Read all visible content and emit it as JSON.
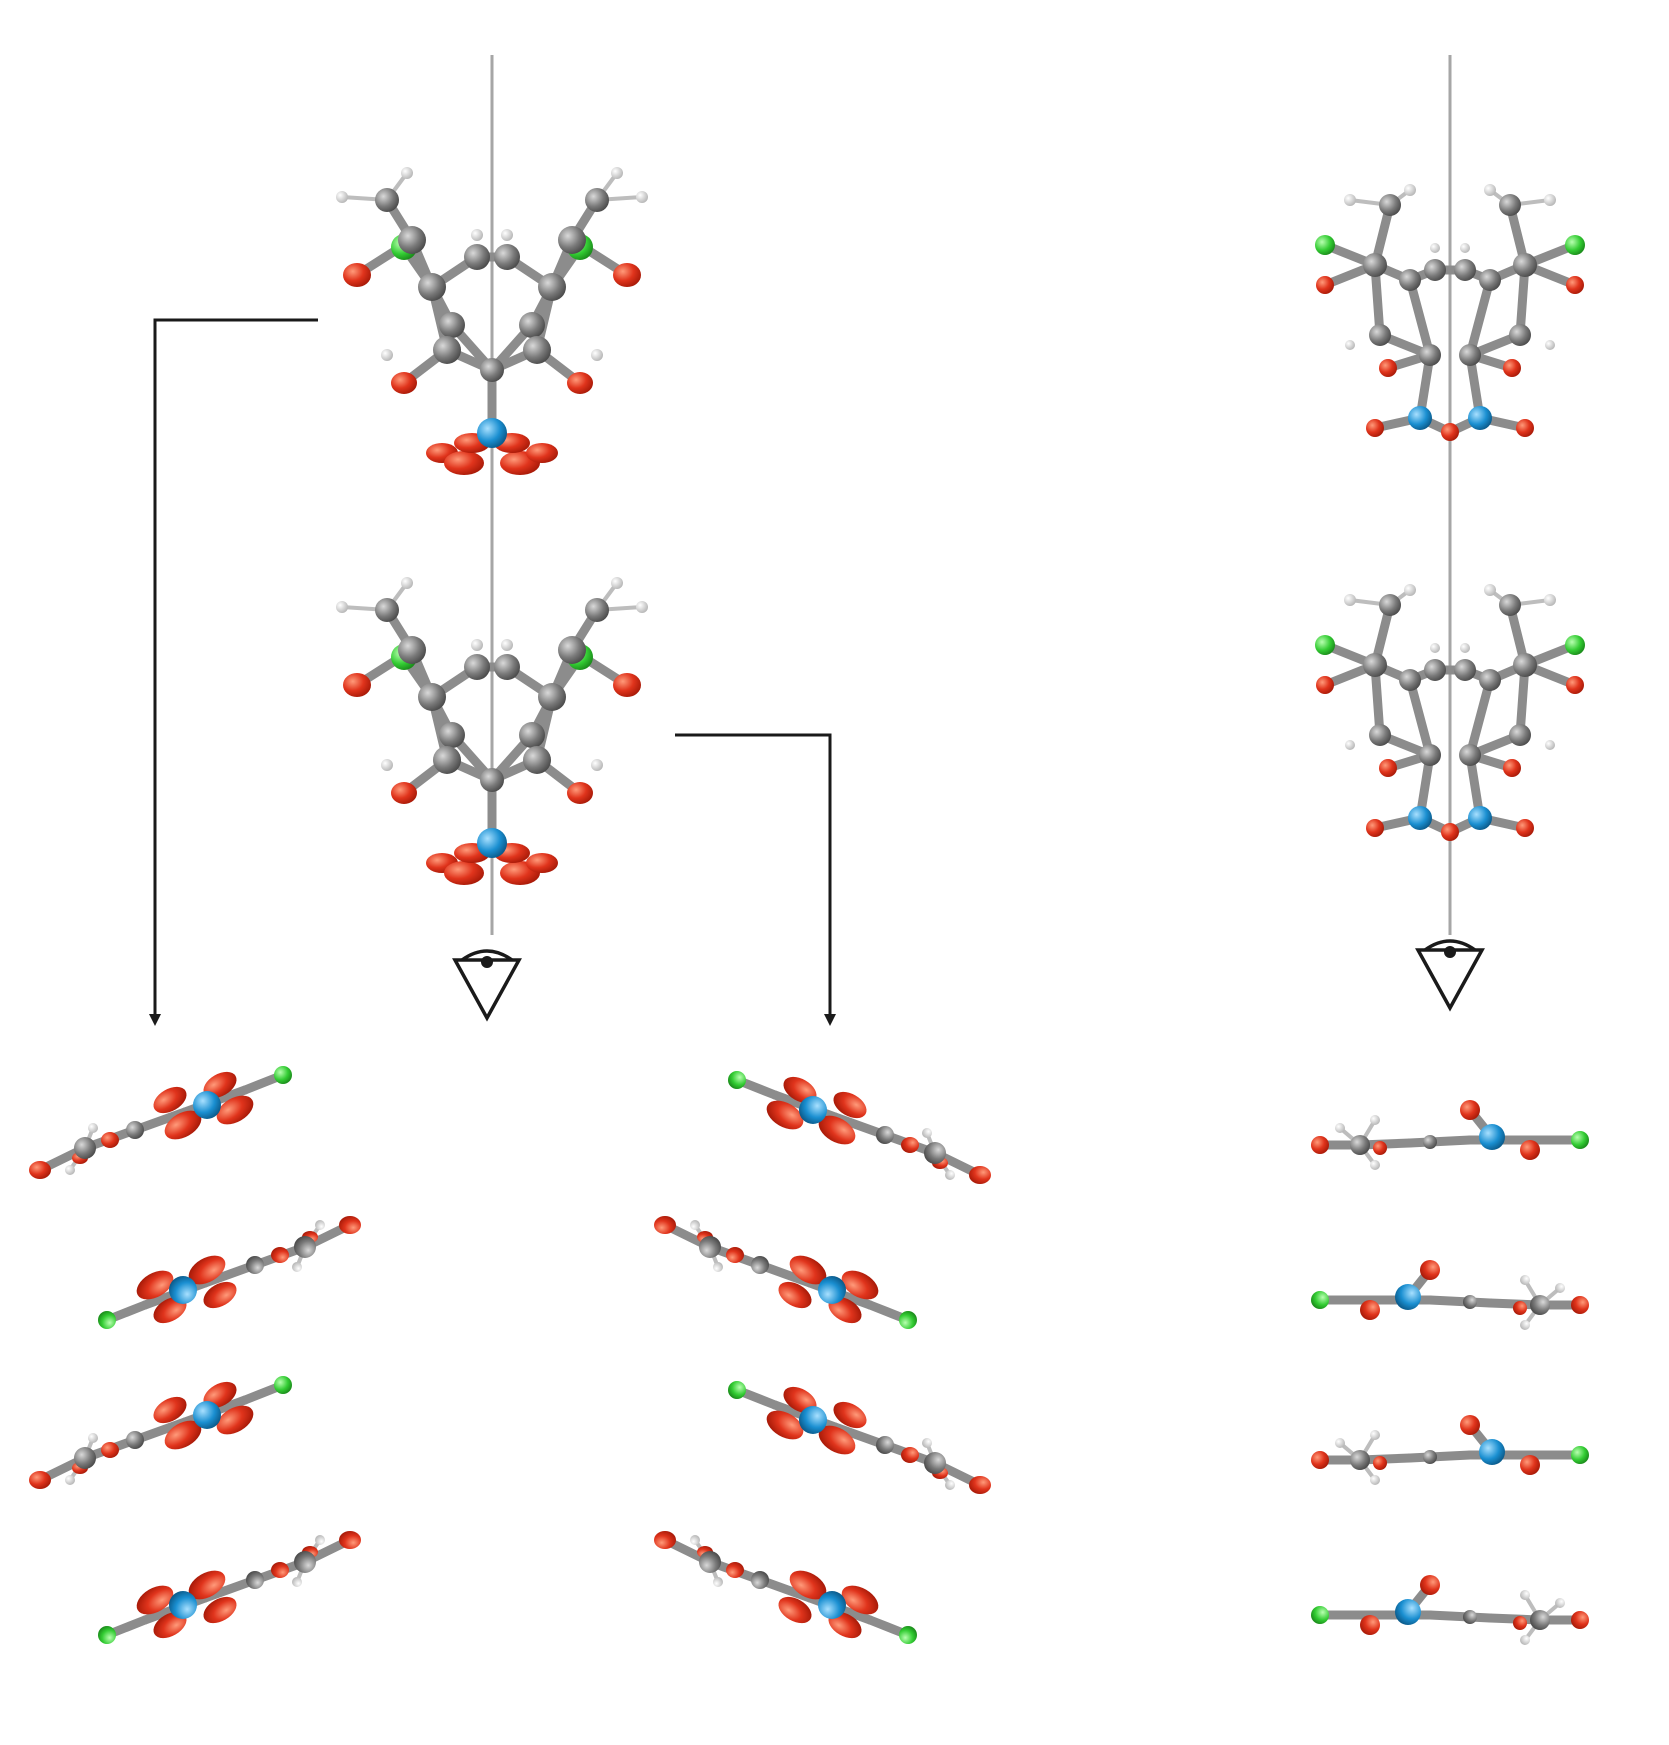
{
  "figure": {
    "colors": {
      "background": "#ffffff",
      "carbon": "#7a7a7a",
      "hydrogen": "#e6e6e6",
      "oxygen": "#e0341c",
      "chlorine": "#33cc33",
      "nitrogen": "#1a8fd1",
      "axis": "#a6a6a6",
      "arrow": "#1a1a1a"
    },
    "panels": [
      {
        "name": "left-stack",
        "view_icon": "eye-icon",
        "molecule_count": 2,
        "projections": 2
      },
      {
        "name": "right-stack",
        "view_icon": "eye-icon",
        "molecule_count": 2,
        "projections": 1
      }
    ]
  }
}
